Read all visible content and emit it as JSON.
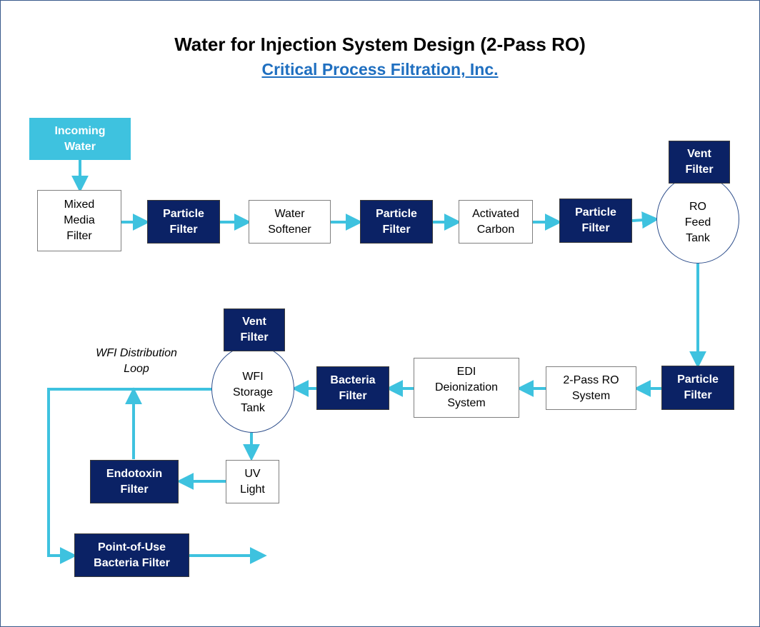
{
  "header": {
    "title": "Water for Injection System Design (2-Pass RO)",
    "subtitle": "Critical Process Filtration, Inc."
  },
  "nodes": {
    "incoming_water": "Incoming\nWater",
    "mixed_media_filter": "Mixed\nMedia\nFilter",
    "particle_filter_1": "Particle\nFilter",
    "water_softener": "Water\nSoftener",
    "particle_filter_2": "Particle\nFilter",
    "activated_carbon": "Activated\nCarbon",
    "particle_filter_3": "Particle\nFilter",
    "vent_filter_ro": "Vent\nFilter",
    "ro_feed_tank": "RO\nFeed\nTank",
    "particle_filter_4": "Particle\nFilter",
    "two_pass_ro": "2-Pass RO\nSystem",
    "edi": "EDI\nDeionization\nSystem",
    "bacteria_filter": "Bacteria\nFilter",
    "vent_filter_wfi": "Vent\nFilter",
    "wfi_storage_tank": "WFI\nStorage\nTank",
    "uv_light": "UV\nLight",
    "endotoxin_filter": "Endotoxin\nFilter",
    "point_of_use_filter": "Point-of-Use\nBacteria Filter"
  },
  "loop_label": "WFI Distribution\nLoop",
  "colors": {
    "arrow": "#3ec2df",
    "dark_box": "#0b2265",
    "source_box": "#3ec2df",
    "subtitle": "#1f6fc0"
  }
}
